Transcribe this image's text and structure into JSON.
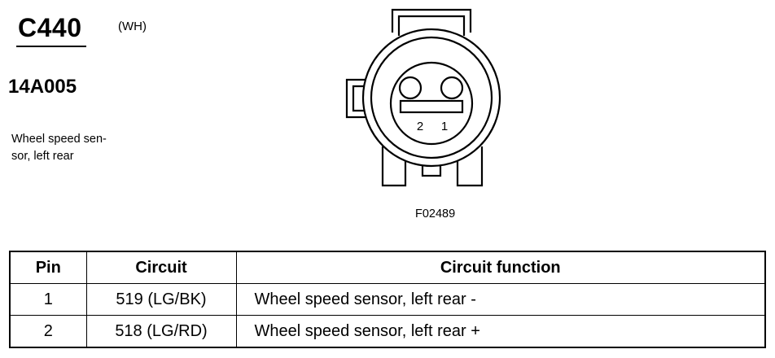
{
  "connector": {
    "id": "C440",
    "color": "(WH)",
    "part_number": "14A005",
    "description": "Wheel speed sen-\nsor, left rear",
    "description_lines": [
      "Wheel speed sen-",
      "sor, left rear"
    ],
    "pin_labels": [
      "2",
      "1"
    ],
    "figure_id": "F02489"
  },
  "table": {
    "headers": [
      "Pin",
      "Circuit",
      "Circuit function"
    ],
    "rows": [
      {
        "pin": "1",
        "circuit": "519 (LG/BK)",
        "function": "Wheel speed sensor, left rear -"
      },
      {
        "pin": "2",
        "circuit": "518 (LG/RD)",
        "function": "Wheel speed sensor, left rear +"
      }
    ]
  }
}
